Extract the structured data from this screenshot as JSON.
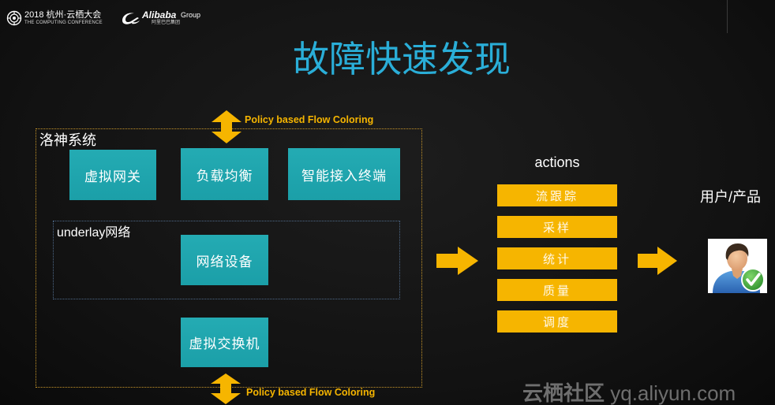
{
  "header": {
    "conference": {
      "title": "2018 杭州·云栖大会",
      "subtitle": "THE COMPUTING CONFERENCE"
    },
    "alibaba": {
      "brand": "Alibaba",
      "group": "Group",
      "cn_name": "阿里巴巴集团"
    }
  },
  "title": "故障快速发现",
  "diagram": {
    "system": {
      "label": "洛神系统",
      "top_boxes": [
        "虚拟网关",
        "负载均衡",
        "智能接入终端"
      ],
      "underlay": {
        "label": "underlay网络",
        "device": "网络设备"
      },
      "bottom_box": "虚拟交换机"
    },
    "flow_coloring": {
      "top": "Policy based Flow Coloring",
      "bottom": "Policy based Flow Coloring"
    },
    "actions": {
      "title": "actions",
      "items": [
        "流跟踪",
        "采样",
        "统计",
        "质量",
        "调度"
      ]
    },
    "target": {
      "label": "用户/产品"
    }
  },
  "watermark": {
    "brand": "云栖社区",
    "url": "yq.aliyun.com"
  },
  "icons": {
    "conference": "conference-emblem-icon",
    "alibaba": "alibaba-logo-icon",
    "flow": "double-arrow-vertical-icon",
    "next": "right-arrow-icon",
    "user": "user-check-icon"
  },
  "colors": {
    "title": "#2aaed8",
    "teal": "#1b9fa8",
    "teal_light": "#24abb3",
    "action": "#f6b500",
    "arrow": "#f6b500",
    "flow_text": "#f6b500",
    "outer_border": "#c8962a",
    "inner_border": "#4f6a8a",
    "background": "#121212"
  }
}
